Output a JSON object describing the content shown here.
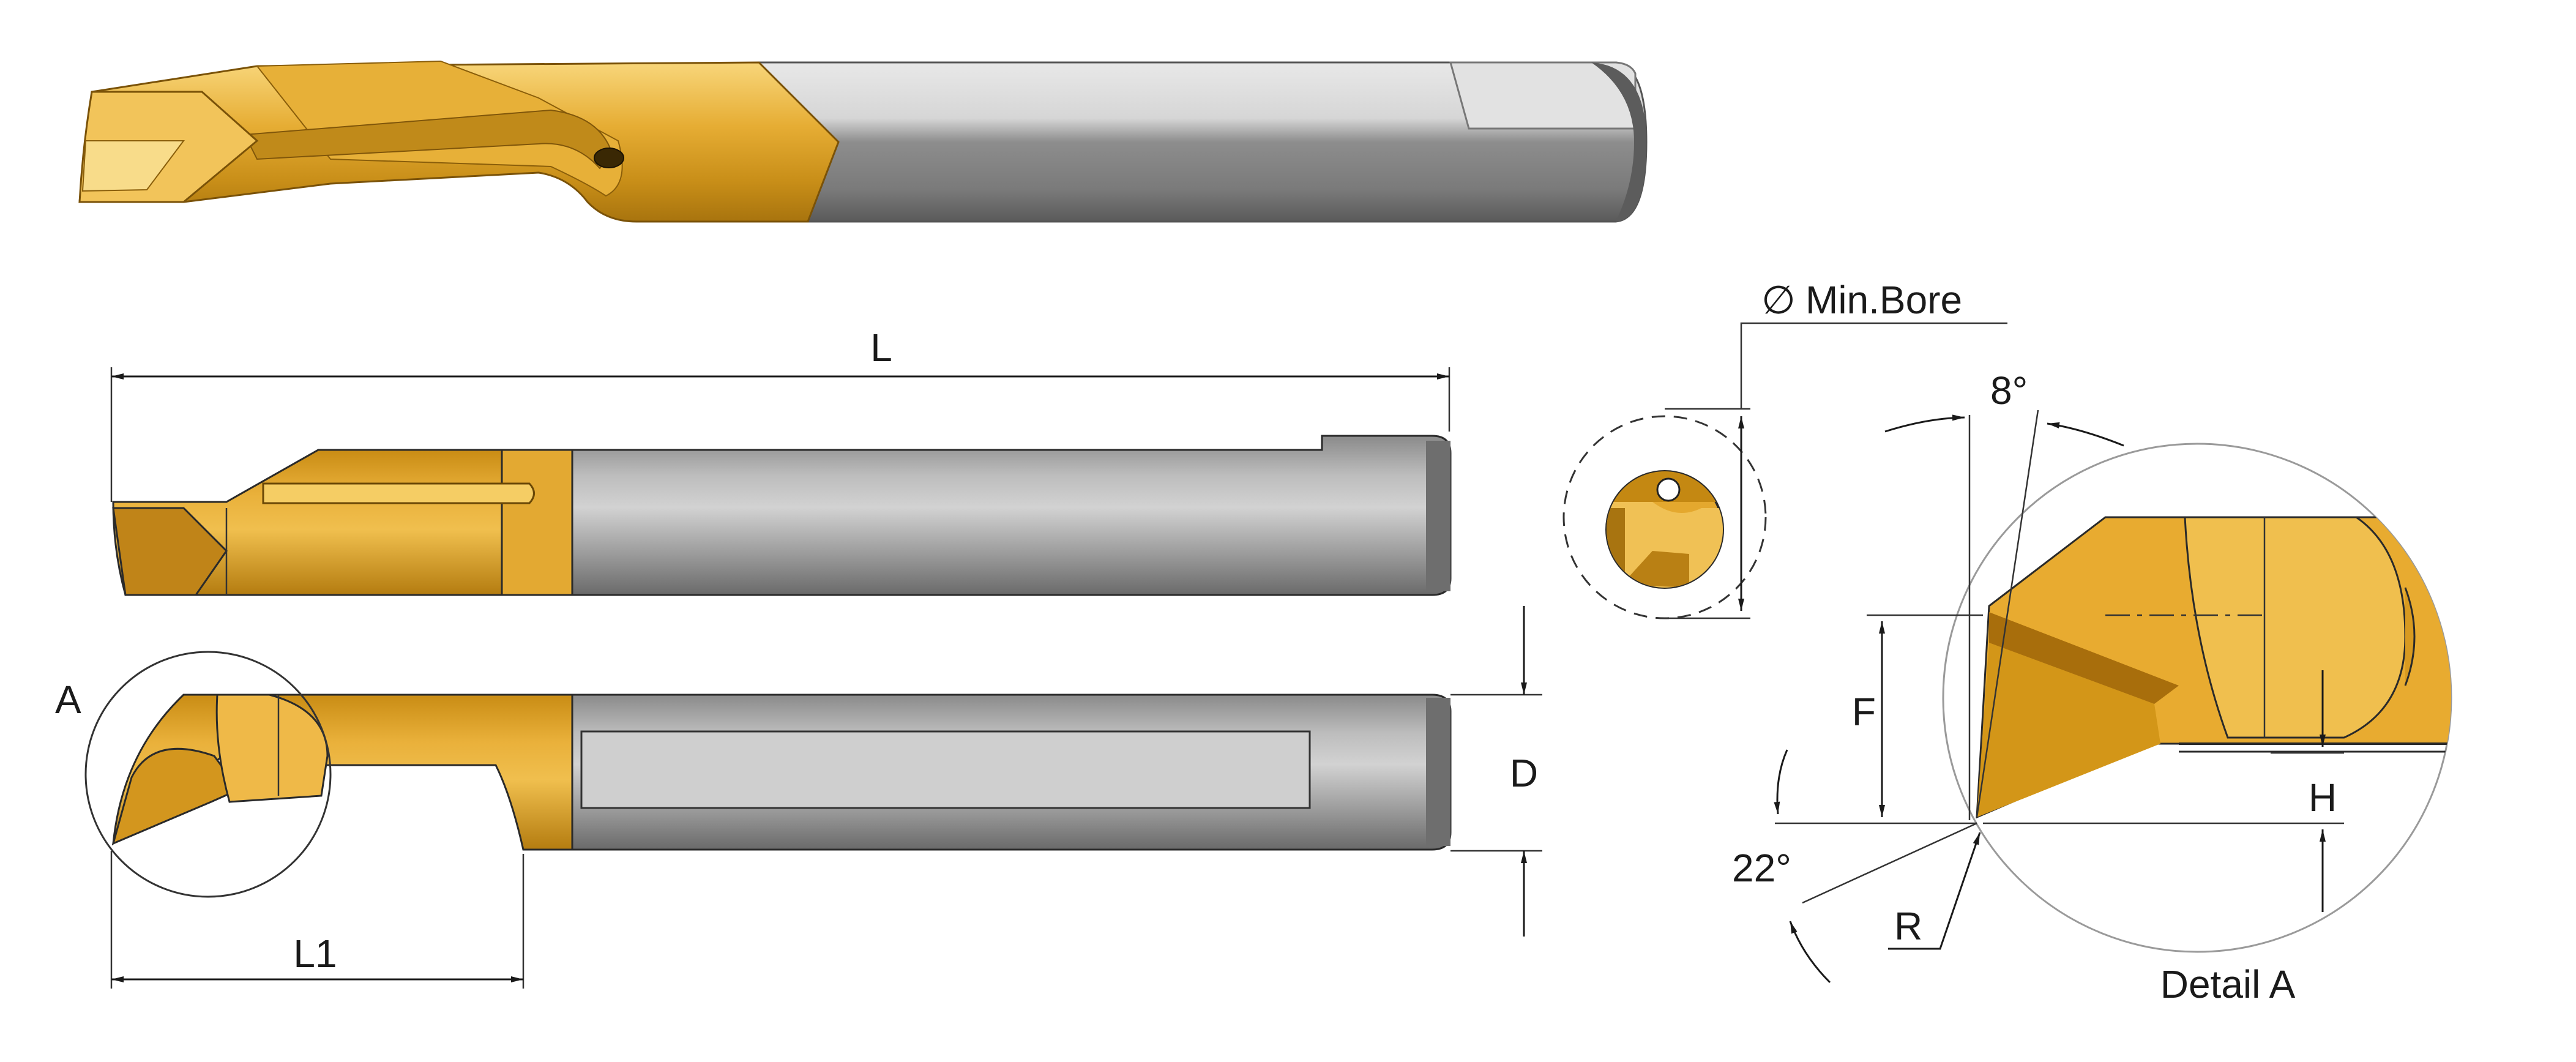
{
  "labels": {
    "length": "L",
    "cutting_length": "L1",
    "diameter": "D",
    "min_bore": "Min.Bore",
    "diameter_symbol": "∅",
    "detail_ref": "A",
    "height_f": "F",
    "height_h": "H",
    "radius": "R",
    "rake_angle": "8°",
    "side_angle": "22°",
    "detail_title": "Detail A"
  },
  "colors": {
    "gold": "#e0a52a",
    "gold_dark": "#a8740e",
    "gold_light": "#f6c84c",
    "steel": "#a7a7a7",
    "steel_dark": "#6c6c6c",
    "steel_light": "#d4d4d4",
    "line": "#1a1a1a"
  }
}
